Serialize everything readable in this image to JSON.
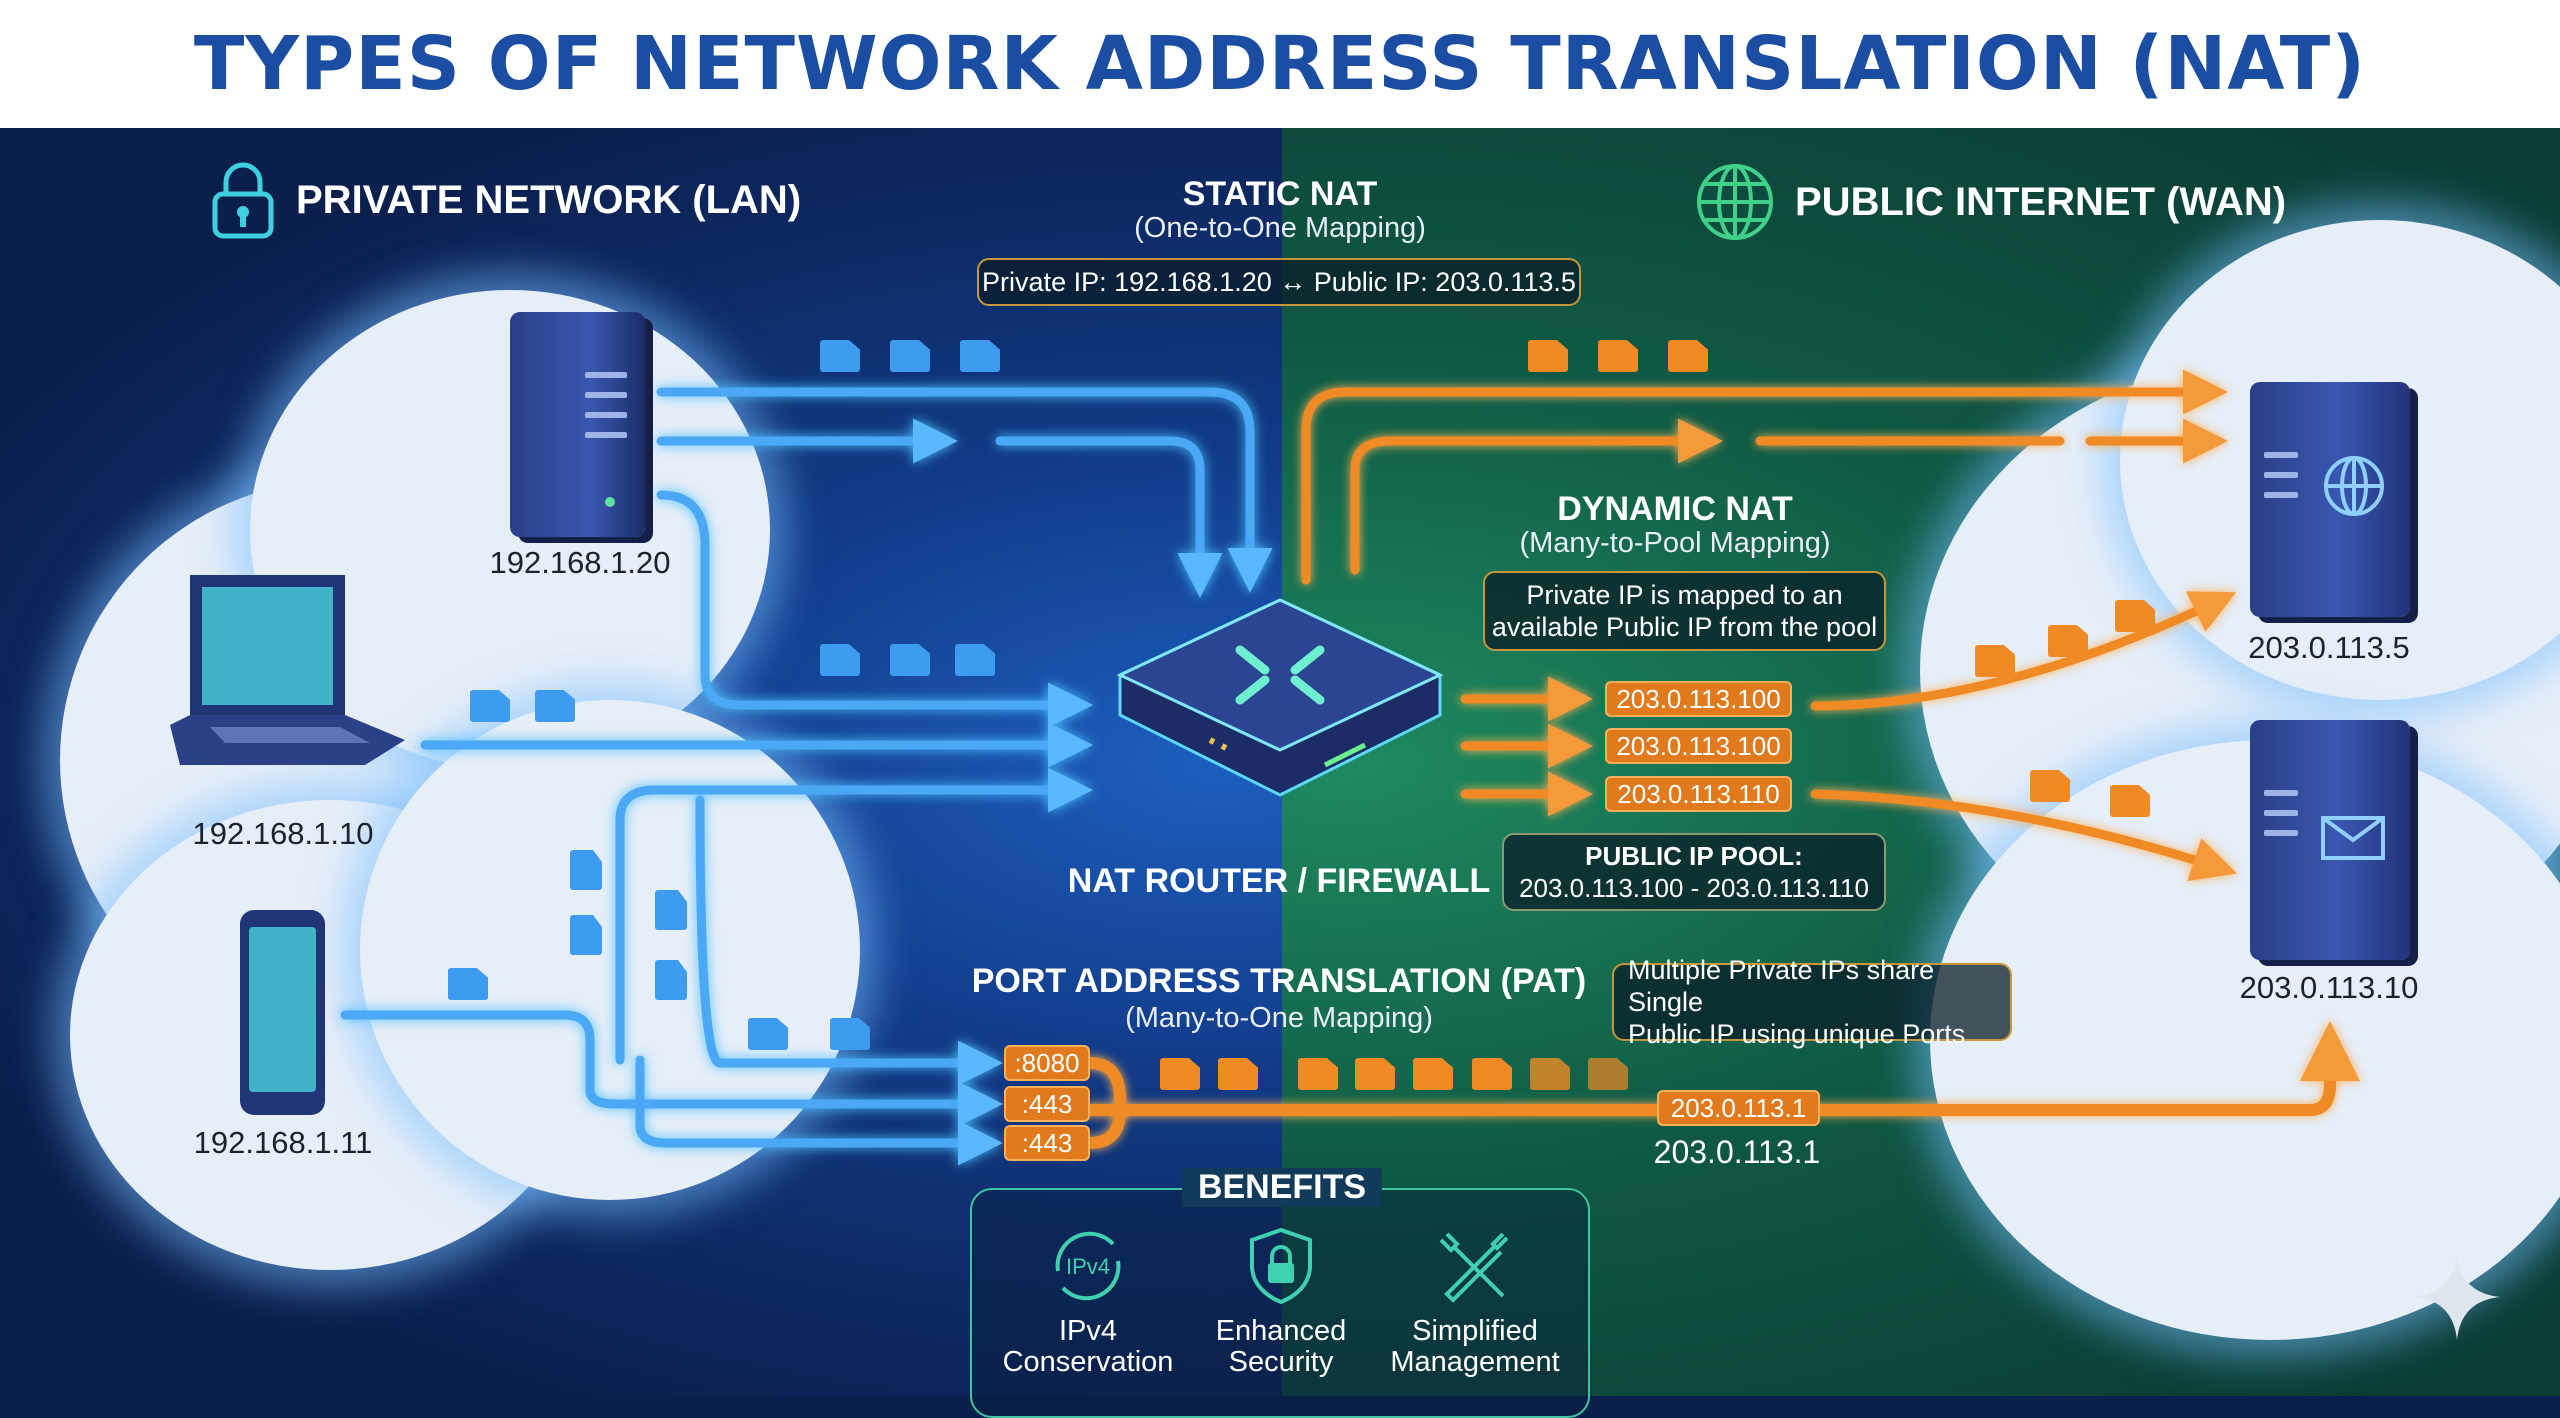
{
  "title": "TYPES OF NETWORK ADDRESS TRANSLATION (NAT)",
  "lan": {
    "label": "PRIVATE NETWORK (LAN)",
    "icon": "lock-icon",
    "devices": [
      {
        "type": "server",
        "ip": "192.168.1.20"
      },
      {
        "type": "laptop",
        "ip": "192.168.1.10"
      },
      {
        "type": "phone",
        "ip": "192.168.1.11"
      }
    ]
  },
  "wan": {
    "label": "PUBLIC INTERNET (WAN)",
    "icon": "globe-icon",
    "devices": [
      {
        "type": "web-server",
        "ip": "203.0.113.5"
      },
      {
        "type": "mail-server",
        "ip": "203.0.113.10"
      }
    ]
  },
  "static_nat": {
    "title": "STATIC NAT",
    "subtitle": "(One-to-One Mapping)",
    "mapping": "Private IP: 192.168.1.20 ↔ Public IP: 203.0.113.5"
  },
  "router": {
    "label": "NAT ROUTER / FIREWALL"
  },
  "dynamic_nat": {
    "title": "DYNAMIC NAT",
    "subtitle": "(Many-to-Pool Mapping)",
    "note_line1": "Private IP is mapped to an",
    "note_line2": "available Public IP from the pool",
    "pool_ips": [
      "203.0.113.100",
      "203.0.113.100",
      "203.0.113.110"
    ],
    "pool_title": "PUBLIC IP POOL:",
    "pool_range": "203.0.113.100 - 203.0.113.110"
  },
  "pat": {
    "title": "PORT ADDRESS TRANSLATION (PAT)",
    "subtitle": "(Many-to-One Mapping)",
    "note_line1": "Multiple Private IPs share Single",
    "note_line2": "Public IP using unique Ports",
    "ports": [
      ":8080",
      ":443",
      ":443"
    ],
    "public_ip_tag": "203.0.113.1",
    "public_ip_label": "203.0.113.1"
  },
  "benefits": {
    "title": "BENEFITS",
    "items": [
      {
        "icon": "ipv4-cycle-icon",
        "icon_text": "IPv4",
        "line1": "IPv4",
        "line2": "Conservation"
      },
      {
        "icon": "shield-lock-icon",
        "line1": "Enhanced",
        "line2": "Security"
      },
      {
        "icon": "tools-icon",
        "line1": "Simplified",
        "line2": "Management"
      }
    ]
  },
  "colors": {
    "title": "#1b4ea2",
    "lan_bg": "#0b1f4d",
    "wan_bg": "#0f5a45",
    "blue_flow": "#3d9cf0",
    "orange_flow": "#f08a24"
  }
}
